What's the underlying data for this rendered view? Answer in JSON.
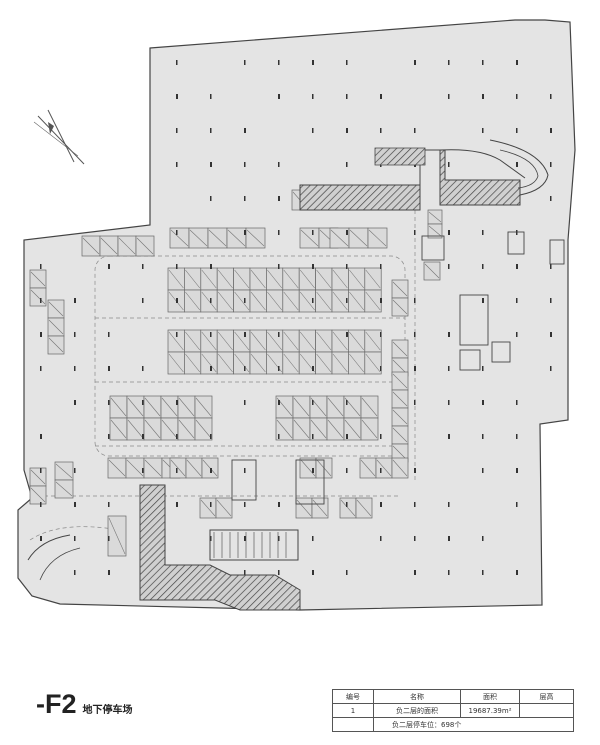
{
  "floor": {
    "code": "-F2",
    "name": "地下停车场"
  },
  "info_table": {
    "headers": [
      "编号",
      "名称",
      "面积",
      "层高"
    ],
    "rows": [
      [
        "1",
        "负二层的面积",
        "19687.39m²",
        ""
      ]
    ],
    "summary": "负二层停车位：698个"
  },
  "colors": {
    "floor_fill": "#e4e4e4",
    "outline": "#444444",
    "hatch": "#555555",
    "stall": "#7a7a7a"
  }
}
